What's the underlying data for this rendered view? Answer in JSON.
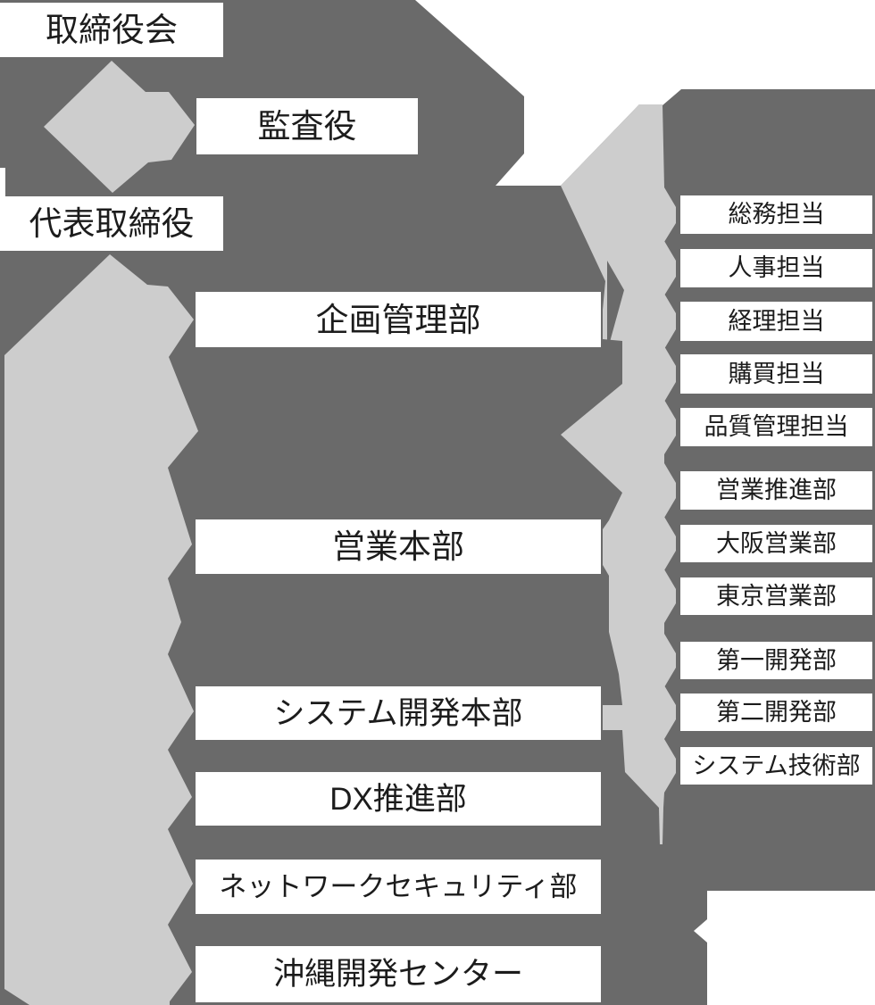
{
  "palette": {
    "background": "#6a6a6a",
    "connector": "#cdcdcd",
    "cutout": "#ffffff",
    "box_bg": "#ffffff",
    "text": "#1c1c1c"
  },
  "org_chart": {
    "nodes": {
      "board": {
        "label": "取締役会"
      },
      "auditor": {
        "label": "監査役"
      },
      "ceo": {
        "label": "代表取締役"
      },
      "planning": {
        "label": "企画管理部"
      },
      "sales_hq": {
        "label": "営業本部"
      },
      "sysdev_hq": {
        "label": "システム開発本部"
      },
      "dx": {
        "label": "DX推進部"
      },
      "netsec": {
        "label": "ネットワークセキュリティ部"
      },
      "okinawa": {
        "label": "沖縄開発センター"
      },
      "soumu": {
        "label": "総務担当"
      },
      "jinji": {
        "label": "人事担当"
      },
      "keiri": {
        "label": "経理担当"
      },
      "koubai": {
        "label": "購買担当"
      },
      "hinshitsu": {
        "label": "品質管理担当"
      },
      "suishin": {
        "label": "営業推進部"
      },
      "osaka": {
        "label": "大阪営業部"
      },
      "tokyo": {
        "label": "東京営業部"
      },
      "dev1": {
        "label": "第一開発部"
      },
      "dev2": {
        "label": "第二開発部"
      },
      "gijutsu": {
        "label": "システム技術部"
      }
    }
  }
}
